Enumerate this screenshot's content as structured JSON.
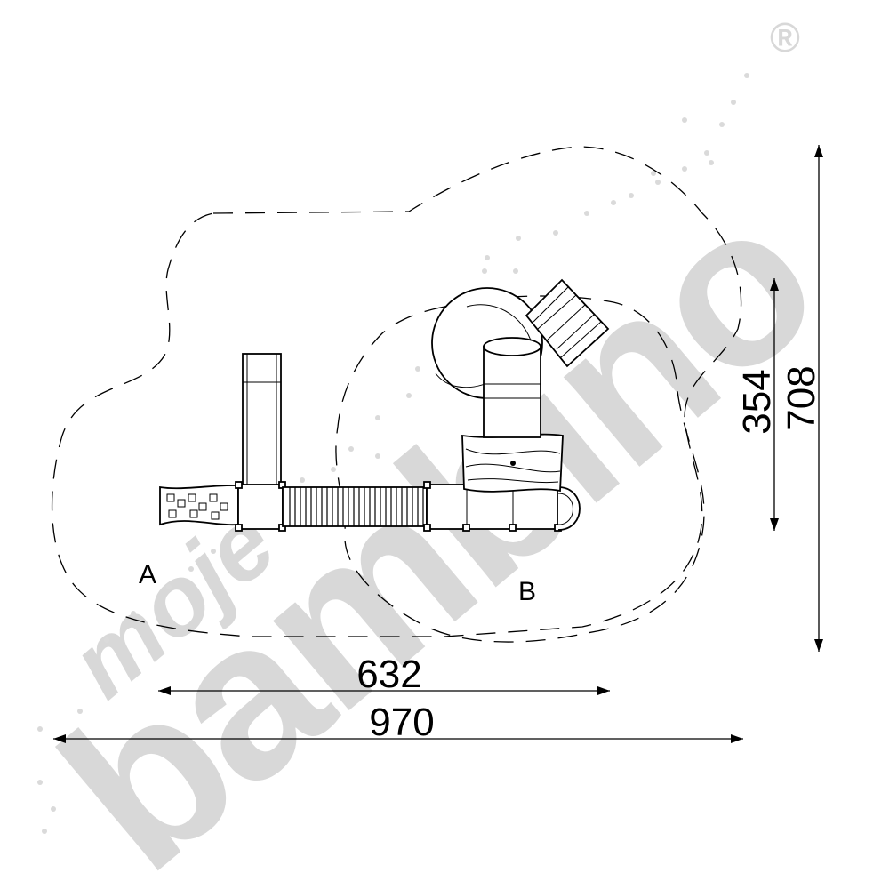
{
  "zones": {
    "a": "A",
    "b": "B"
  },
  "dimensions": {
    "width_partial": "632",
    "width_total": "970",
    "height_partial": "354",
    "height_total": "708"
  },
  "watermark": {
    "brand": "bambino",
    "prefix": "moje",
    "registered": "®"
  },
  "colors": {
    "line": "#000000",
    "watermark": "#d9d9d9",
    "background": "#ffffff"
  }
}
